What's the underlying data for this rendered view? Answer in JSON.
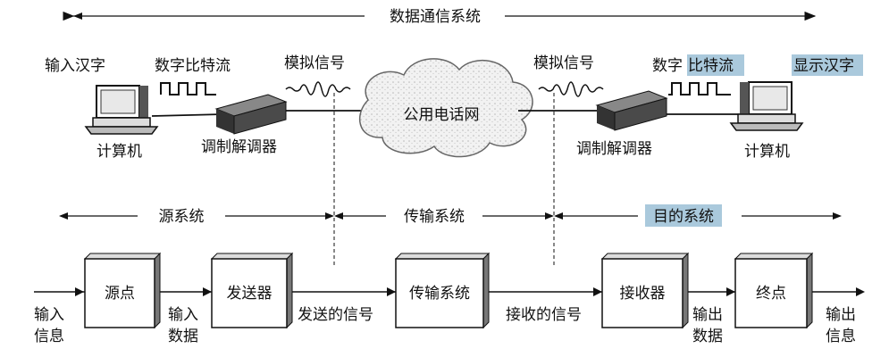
{
  "top": {
    "span_label": "数据通信系统",
    "left": {
      "input_label": "输入汉字",
      "bitstream_label": "数字比特流",
      "analog_label": "模拟信号",
      "computer_label": "计算机",
      "modem_label": "调制解调器"
    },
    "cloud_label": "公用电话网",
    "right": {
      "analog_label": "模拟信号",
      "bitstream_label_a": "数字",
      "bitstream_label_b": "比特流",
      "display_label": "显示汉字",
      "modem_label": "调制解调器",
      "computer_label": "计算机"
    }
  },
  "sections": {
    "source": "源系统",
    "transmission": "传输系统",
    "destination": "目的系统"
  },
  "blocks": {
    "source": "源点",
    "transmitter": "发送器",
    "transmission": "传输系统",
    "receiver": "接收器",
    "destination": "终点"
  },
  "flow_labels": {
    "input_info_1": "输入",
    "input_info_2": "信息",
    "input_data_1": "输入",
    "input_data_2": "数据",
    "sent_signal": "发送的信号",
    "received_signal": "接收的信号",
    "output_data_1": "输出",
    "output_data_2": "数据",
    "output_info_1": "输出",
    "output_info_2": "信息"
  },
  "colors": {
    "highlight": "#aac9dc",
    "line": "#111111"
  }
}
